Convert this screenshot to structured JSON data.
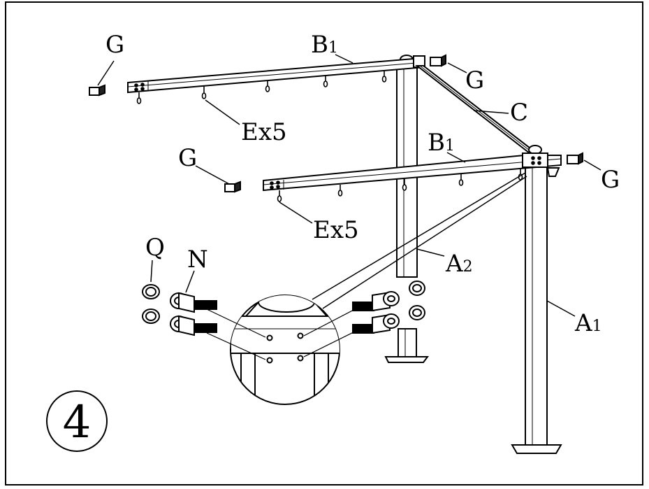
{
  "labels": {
    "g_top_left": "G",
    "b1_top_main": "B",
    "b1_top_sub": "1",
    "g_top_right": "G",
    "c": "C",
    "ex5_top": "Ex5",
    "g_mid_left": "G",
    "b1_mid_main": "B",
    "b1_mid_sub": "1",
    "g_mid_right": "G",
    "ex5_bottom": "Ex5",
    "q": "Q",
    "n": "N",
    "a2_main": "A",
    "a2_sub": "2",
    "a1_main": "A",
    "a1_sub": "1"
  },
  "step_number": "4",
  "colors": {
    "stroke": "#000000",
    "background": "#ffffff"
  }
}
